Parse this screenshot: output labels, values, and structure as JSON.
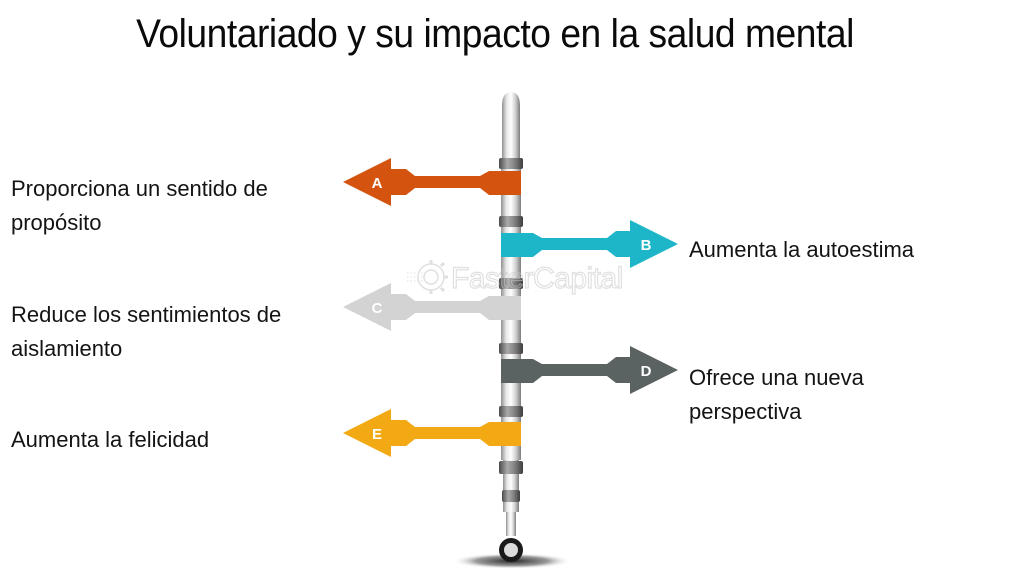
{
  "title": "Voluntariado y su impacto en la salud mental",
  "watermark": {
    "text": "FasterCapital",
    "icon": "gear-icon"
  },
  "items": [
    {
      "letter": "A",
      "label_line1": "Proporciona un sentido de",
      "label_line2": "propósito",
      "side": "left",
      "color": "#D4540F"
    },
    {
      "letter": "B",
      "label_line1": "Aumenta la autoestima",
      "label_line2": "",
      "side": "right",
      "color": "#1DB6C9"
    },
    {
      "letter": "C",
      "label_line1": "Reduce los sentimientos de",
      "label_line2": "aislamiento",
      "side": "left",
      "color": "#D3D3D3"
    },
    {
      "letter": "D",
      "label_line1": "Ofrece una nueva",
      "label_line2": "perspectiva",
      "side": "right",
      "color": "#5B6362"
    },
    {
      "letter": "E",
      "label_line1": "Aumenta la felicidad",
      "label_line2": "",
      "side": "left",
      "color": "#F2A914"
    }
  ]
}
